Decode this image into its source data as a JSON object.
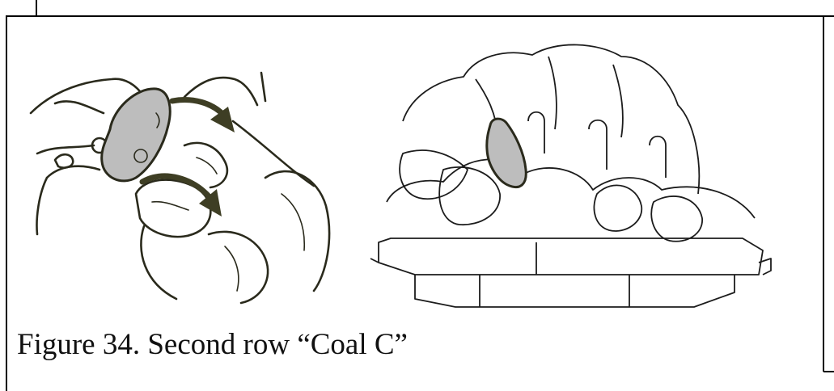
{
  "figure": {
    "caption": "Figure 34. Second row “Coal C”",
    "highlight_color": "#bdbdbd",
    "line_color": "#2a2a1c"
  },
  "illustrations": [
    {
      "id": "hand-placing-coal",
      "icons": [
        "hand-icon",
        "coal-c-icon",
        "arrow-icon"
      ]
    },
    {
      "id": "fireplace-coal-bed",
      "icons": [
        "fireplace-icon",
        "coal-c-icon"
      ]
    }
  ]
}
